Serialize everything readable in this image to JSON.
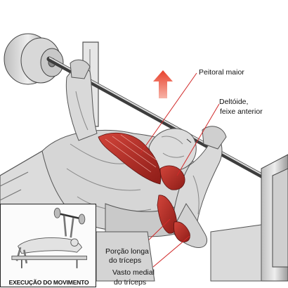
{
  "labels": {
    "pectoral": "Peitoral maior",
    "deltoid_line1": "Deltóide,",
    "deltoid_line2": "feixe anterior",
    "triceps_long_line1": "Porção longa",
    "triceps_long_line2": "do tríceps",
    "vastus_line1": "Vasto medial",
    "vastus_line2": "do tríceps"
  },
  "inset_caption": "EXECUÇÃO DO MOVIMENTO",
  "colors": {
    "muscle": "#c0312b",
    "leader_line": "#d12a2a",
    "arrow": "#e8412c",
    "sketch": "#555555"
  },
  "icons": {
    "direction": "up-arrow-icon"
  }
}
